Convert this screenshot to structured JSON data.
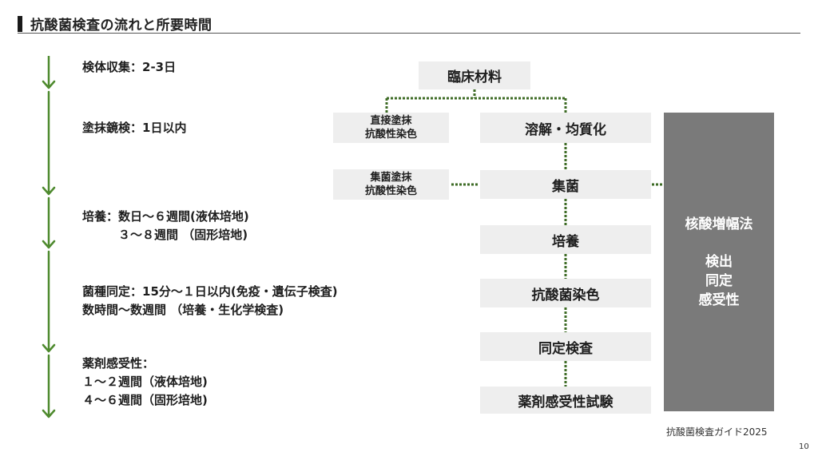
{
  "title": "抗酸菌検査の流れと所要時間",
  "stages": [
    {
      "id": "collection",
      "text": "検体収集：2-3日"
    },
    {
      "id": "smear",
      "text": "塗抹鏡検：1日以内"
    },
    {
      "id": "culture",
      "text": "培養：数日～６週間(液体培地)\n　　　３～８週間 （固形培地)"
    },
    {
      "id": "identification",
      "text": "菌種同定：15分～１日以内(免疫・遺伝子検査)\n数時間～数週間 （培養・生化学検査)"
    },
    {
      "id": "susceptibility",
      "text": "薬剤感受性：\n１～２週間（液体培地)\n４～６週間（固形培地)"
    }
  ],
  "flow": {
    "root": "臨床材料",
    "steps": [
      "溶解・均質化",
      "集菌",
      "培養",
      "抗酸菌染色",
      "同定検査",
      "薬剤感受性試験"
    ],
    "side": [
      {
        "line1": "直接塗抹",
        "line2": "抗酸性染色"
      },
      {
        "line1": "集菌塗抹",
        "line2": "抗酸性染色"
      }
    ]
  },
  "nucleic_acid": {
    "heading": "核酸増幅法",
    "body": "検出\n同定\n感受性"
  },
  "caption": "抗酸菌検査ガイド2025",
  "page_number": "10",
  "colors": {
    "timeline": "#4e8a2e",
    "connector": "#3d6b25",
    "box": "#eeeeee",
    "panel": "#7a7a7a"
  }
}
